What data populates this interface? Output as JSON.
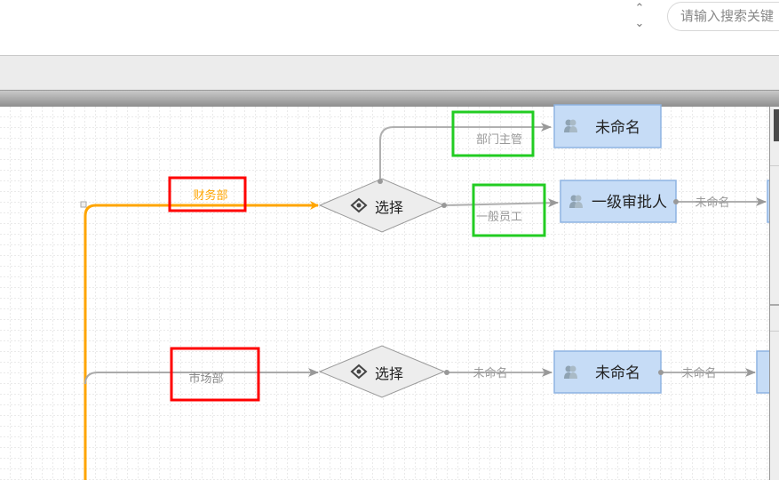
{
  "header": {
    "prev_icon": "chevron-up-icon",
    "next_icon": "chevron-down-icon",
    "search_placeholder": "请输入搜索关键"
  },
  "colors": {
    "active_line": "#ffa500",
    "line": "#aaaaaa",
    "node_fill": "#c6dcf6",
    "node_border": "#8db3e2",
    "highlight_red": "#ff0000",
    "highlight_green": "#22cc22"
  },
  "flow": {
    "edge_finance": "财务部",
    "edge_market": "市场部",
    "decision_1": "选择",
    "decision_2": "选择",
    "edge_manager": "部门主管",
    "edge_employee": "一般员工",
    "node_unnamed_1": "未命名",
    "node_first_approver": "一级审批人",
    "edge_unnamed_1": "未命名",
    "edge_unnamed_2": "未命名",
    "node_unnamed_2": "未命名",
    "edge_unnamed_3": "未命名"
  }
}
